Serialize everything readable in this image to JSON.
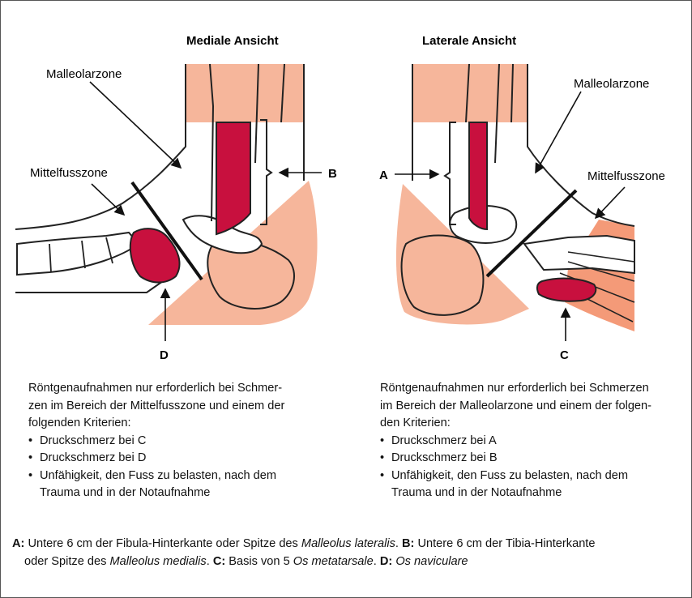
{
  "colors": {
    "zone_light": "#f6b69b",
    "zone_mid": "#f49a78",
    "target": "#c8103e",
    "outline": "#222222"
  },
  "left_view": {
    "title": "Mediale Ansicht",
    "label_malleolar": "Malleolarzone",
    "label_midfoot": "Mittelfusszone",
    "marker_b": "B",
    "marker_d": "D",
    "caption_intro": [
      "Röntgenaufnahmen nur erforderlich bei Schmer-",
      "zen im Bereich der Mittelfusszone und einem der",
      "folgenden Kriterien:"
    ],
    "bullets": [
      "Druckschmerz bei C",
      "Druckschmerz bei D"
    ],
    "bullet3": [
      "Unfähigkeit, den Fuss zu belasten, nach dem",
      "Trauma und in der Notaufnahme"
    ]
  },
  "right_view": {
    "title": "Laterale Ansicht",
    "label_malleolar": "Malleolarzone",
    "label_midfoot": "Mittelfusszone",
    "marker_a": "A",
    "marker_c": "C",
    "caption_intro": [
      "Röntgenaufnahmen nur erforderlich bei Schmerzen",
      "im Bereich der Malleolarzone und einem der folgen-",
      "den Kriterien:"
    ],
    "bullets": [
      "Druckschmerz bei A",
      "Druckschmerz bei B"
    ],
    "bullet3": [
      "Unfähigkeit, den Fuss zu belasten, nach dem",
      "Trauma und in der Notaufnahme"
    ]
  },
  "legend": {
    "a_key": "A:",
    "a_text": " Untere 6 cm der Fibula-Hinterkante oder Spitze des ",
    "a_ital": "Malleolus lateralis",
    "a_end": ". ",
    "b_key": "B:",
    "b_text": " Untere 6 cm der Tibia-Hinterkante",
    "b_text2": "oder Spitze des ",
    "b_ital": "Malleolus medialis",
    "b_end": ". ",
    "c_key": "C:",
    "c_text": " Basis von 5 ",
    "c_ital": "Os metatarsale",
    "c_end": ". ",
    "d_key": "D:",
    "d_text": " ",
    "d_ital": "Os naviculare"
  }
}
